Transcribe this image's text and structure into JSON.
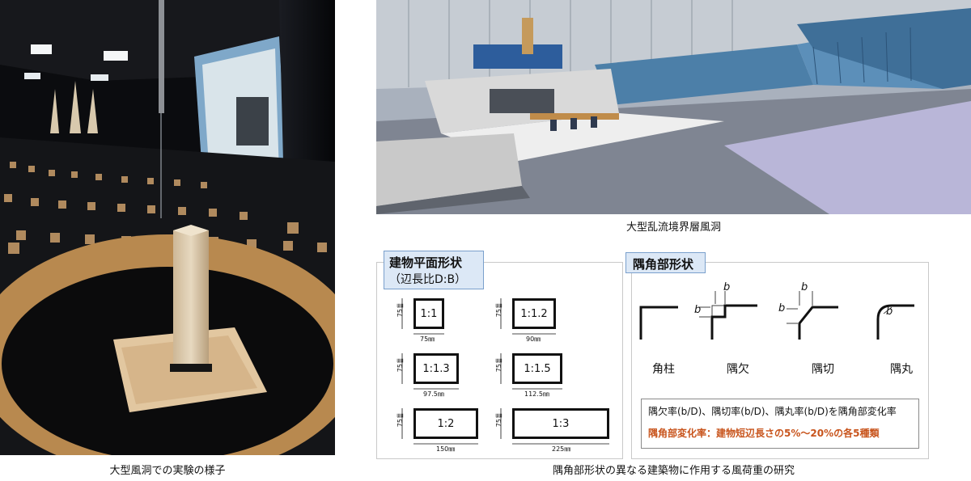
{
  "captions": {
    "photo_left": "大型風洞での実験の様子",
    "photo_right": "大型乱流境界層風洞",
    "diagram": "隅角部形状の異なる建築物に作用する風荷重の研究"
  },
  "plan_panel": {
    "title": "建物平面形状",
    "subtitle": "（辺長比D:B）",
    "shapes": [
      {
        "ratio": "1:1",
        "depth": "75㎜",
        "width": "75㎜"
      },
      {
        "ratio": "1:1.2",
        "depth": "75㎜",
        "width": "90㎜"
      },
      {
        "ratio": "1:1.3",
        "depth": "75㎜",
        "width": "97.5㎜"
      },
      {
        "ratio": "1:1.5",
        "depth": "75㎜",
        "width": "112.5㎜"
      },
      {
        "ratio": "1:2",
        "depth": "75㎜",
        "width": "150㎜"
      },
      {
        "ratio": "1:3",
        "depth": "75㎜",
        "width": "225㎜"
      }
    ]
  },
  "corner_panel": {
    "title": "隅角部形状",
    "types": [
      {
        "label": "角柱",
        "mark": ""
      },
      {
        "label": "隅欠",
        "mark": "b"
      },
      {
        "label": "隅切",
        "mark": "b"
      },
      {
        "label": "隅丸",
        "mark": "b"
      }
    ],
    "note_line1": "隅欠率(b/D)、隅切率(b/D)、隅丸率(b/D)を隅角部変化率",
    "note_line2": "隅角部変化率：建物短辺長さの5%～20%の各5種類",
    "note_line2_color": "#c8541c"
  }
}
